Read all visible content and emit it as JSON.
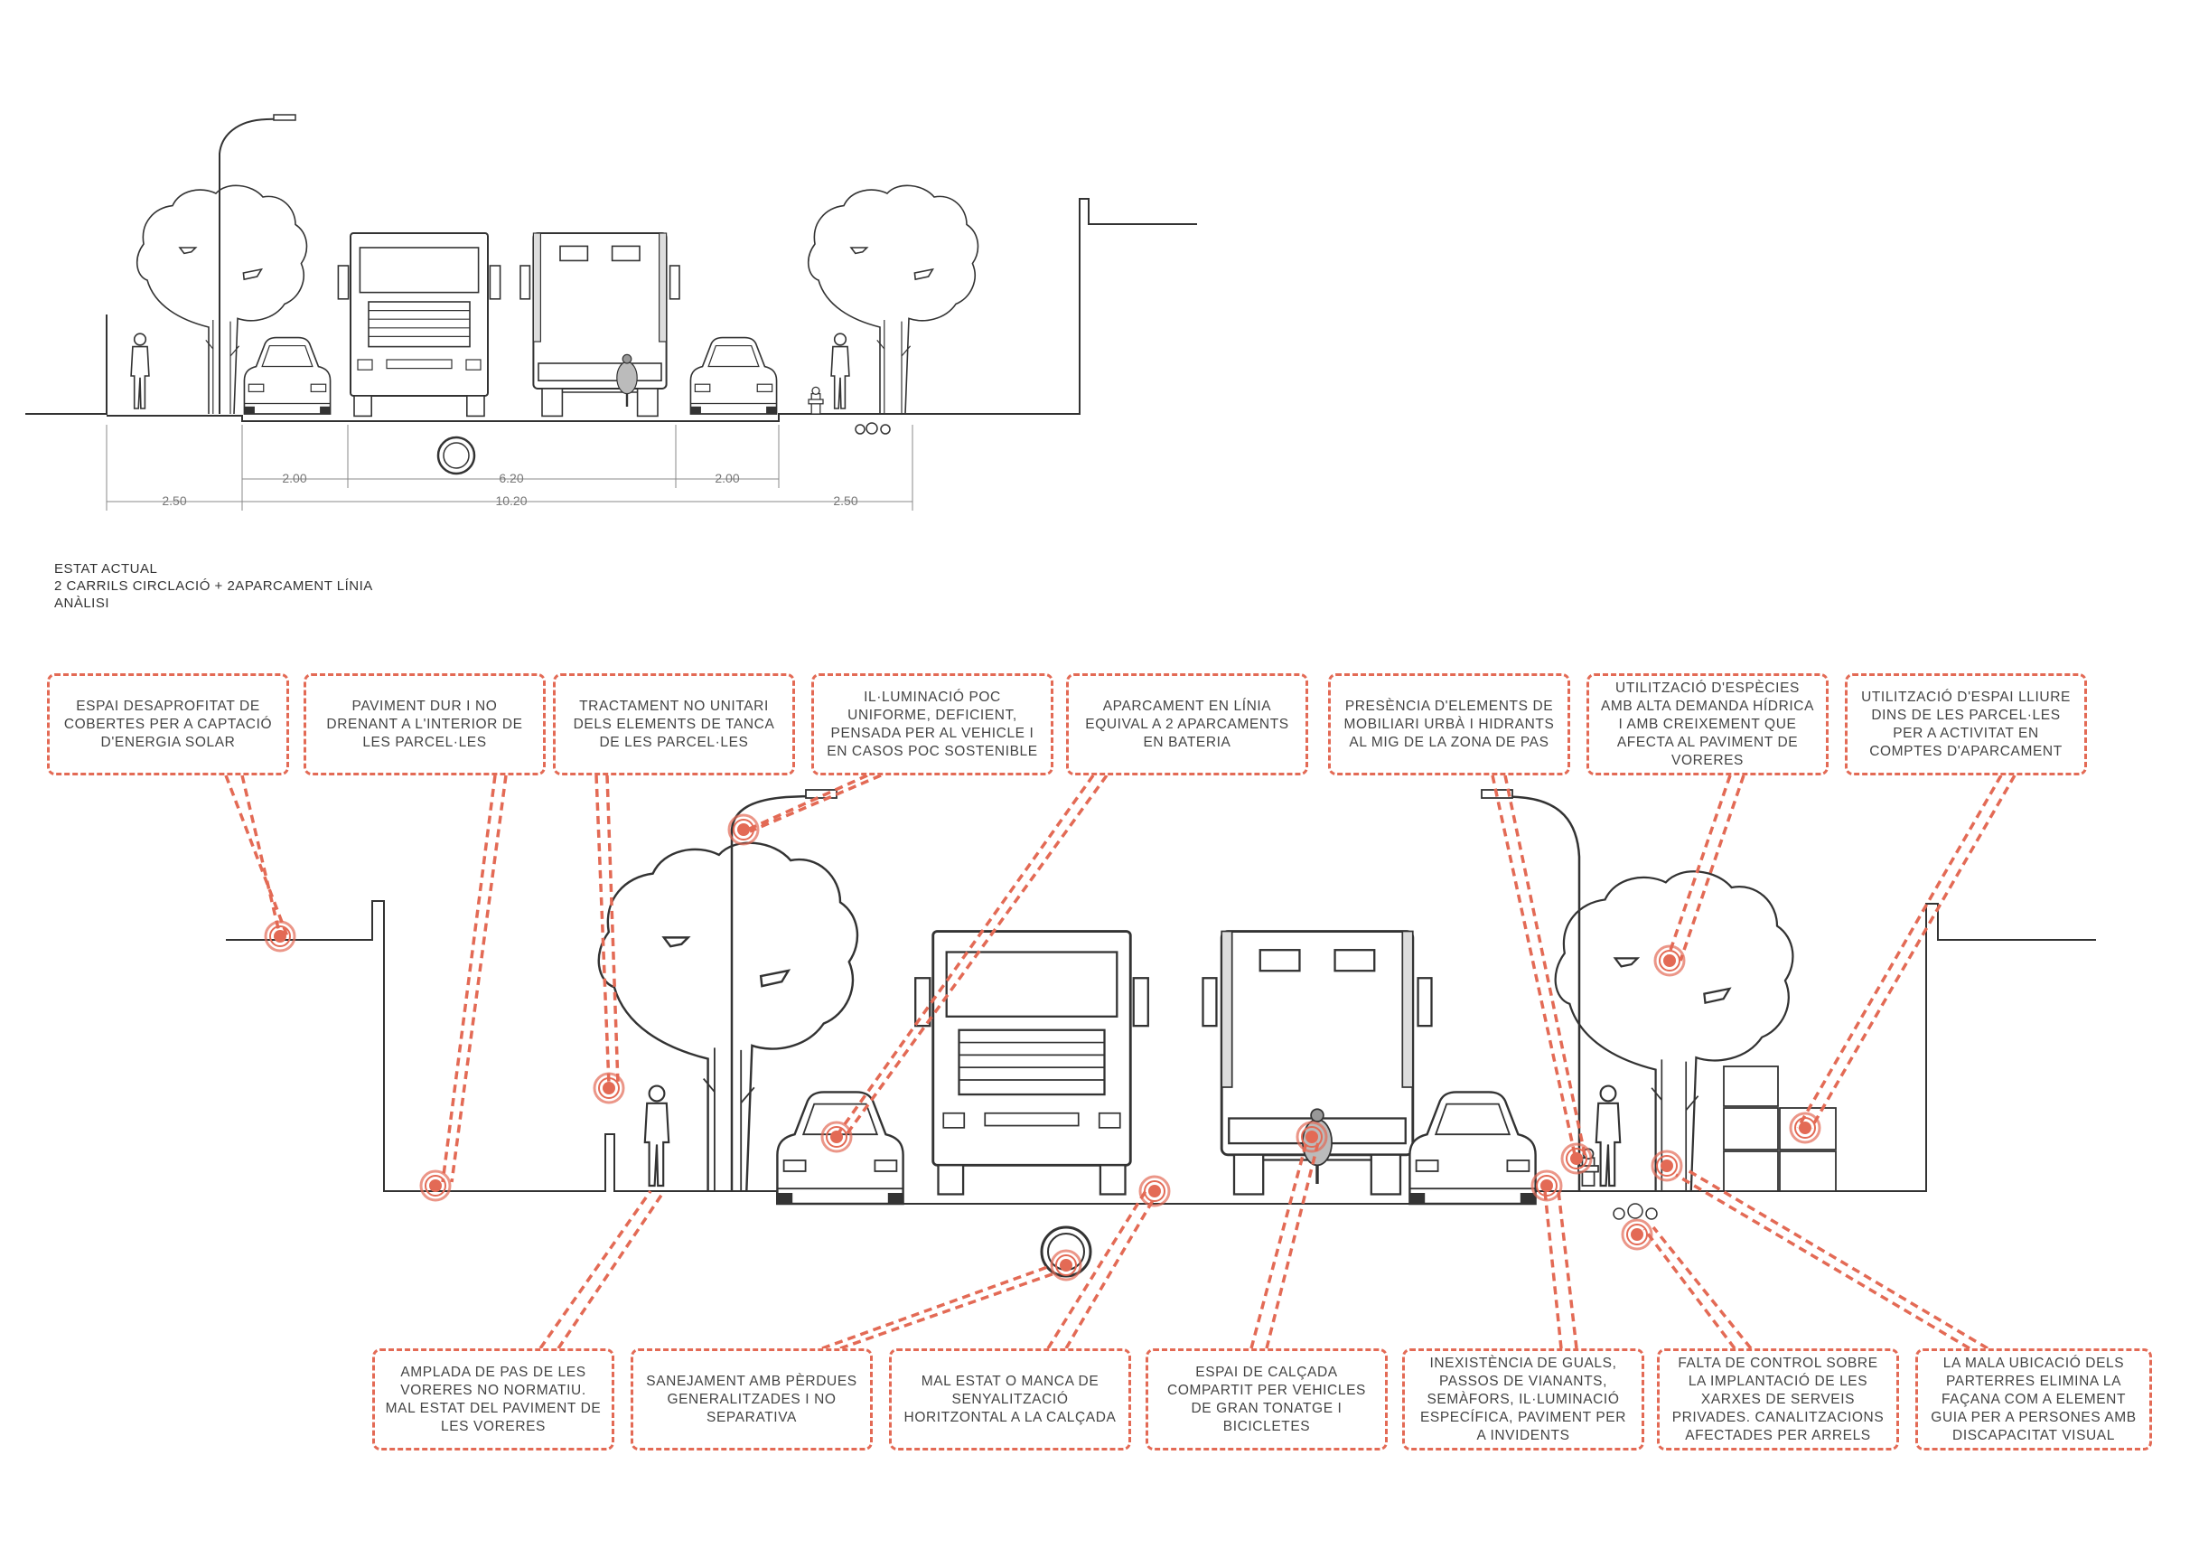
{
  "caption": {
    "line1": "ESTAT ACTUAL",
    "line2": "2 CARRILS CIRCLACIÓ + 2APARCAMENT LÍNIA",
    "line3": "ANÀLISI"
  },
  "dimensions": {
    "d1": "2.00",
    "d2": "6.20",
    "d3": "2.00",
    "d4": "2.50",
    "d5": "10.20",
    "d6": "2.50"
  },
  "callouts": {
    "c1": "ESPAI DESAPROFITAT DE COBERTES PER A CAPTACIÓ D'ENERGIA SOLAR",
    "c2": "PAVIMENT DUR I NO DRENANT A L'INTERIOR DE LES PARCEL·LES",
    "c3": "TRACTAMENT NO UNITARI DELS ELEMENTS DE TANCA DE LES PARCEL·LES",
    "c4": "IL·LUMINACIÓ POC UNIFORME, DEFICIENT, PENSADA PER AL VEHICLE I EN CASOS POC SOSTENIBLE",
    "c5": "APARCAMENT EN LÍNIA EQUIVAL A 2 APARCAMENTS EN BATERIA",
    "c6": "PRESÈNCIA D'ELEMENTS DE MOBILIARI URBÀ I HIDRANTS AL MIG DE LA ZONA DE PAS",
    "c7": "UTILITZACIÓ D'ESPÈCIES AMB ALTA DEMANDA HÍDRICA I AMB CREIXEMENT QUE AFECTA AL PAVIMENT DE VORERES",
    "c8": "UTILITZACIÓ D'ESPAI LLIURE DINS DE LES PARCEL·LES PER A ACTIVITAT EN COMPTES D'APARCAMENT",
    "c9": "AMPLADA DE PAS DE LES VORERES NO NORMATIU. MAL ESTAT DEL PAVIMENT DE LES VORERES",
    "c10": "SANEJAMENT AMB PÈRDUES GENERALITZADES I NO SEPARATIVA",
    "c11": "MAL ESTAT O MANCA DE SENYALITZACIÓ HORITZONTAL A LA CALÇADA",
    "c12": "ESPAI DE CALÇADA COMPARTIT PER VEHICLES DE GRAN TONATGE I BICICLETES",
    "c13": "INEXISTÈNCIA DE GUALS, PASSOS DE VIANANTS, SEMÀFORS, IL·LUMINACIÓ ESPECÍFICA, PAVIMENT PER A INVIDENTS",
    "c14": "FALTA DE CONTROL SOBRE LA IMPLANTACIÓ DE LES XARXES DE SERVEIS PRIVADES. CANALITZACIONS AFECTADES PER ARRELS",
    "c15": "LA MALA UBICACIÓ DELS PARTERRES ELIMINA LA FAÇANA COM A ELEMENT GUIA PER A PERSONES AMB DISCAPACITAT VISUAL"
  },
  "colors": {
    "accent": "#e36a55",
    "line": "#333333",
    "dim": "#888888"
  }
}
